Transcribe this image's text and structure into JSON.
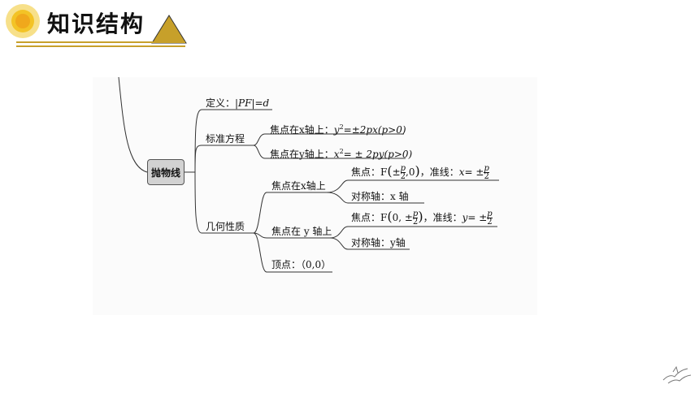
{
  "header": {
    "title": "知识结构",
    "badge_icon": "sun-badge-icon",
    "accent_color": "#c7a02a"
  },
  "mindmap": {
    "root": "抛物线",
    "definition": {
      "label": "定义：",
      "formula": "|PF|=d"
    },
    "standard_equation": {
      "label": "标准方程",
      "x_axis": {
        "label": "焦点在x轴上：",
        "formula_lhs": "y",
        "formula_exp": "2",
        "formula_rhs": "=±2px(p>0)"
      },
      "y_axis": {
        "label": "焦点在y轴上：",
        "formula_lhs": "x",
        "formula_exp": "2",
        "formula_rhs": "= ± 2py(p>0)"
      }
    },
    "geometric_properties": {
      "label": "几何性质",
      "x_axis": {
        "label": "焦点在x轴上",
        "focus": {
          "prefix": "焦点：F",
          "sign": "±",
          "frac_num": "p",
          "frac_den": "2",
          "suffix": ",0",
          "directrix_label": "，准线：",
          "directrix_lhs": "x= ±",
          "directrix_num": "p",
          "directrix_den": "2"
        },
        "axis": "对称轴：x 轴"
      },
      "y_axis": {
        "label": "焦点在 y 轴上",
        "focus": {
          "prefix": "焦点：F",
          "lead": "0, ±",
          "frac_num": "p",
          "frac_den": "2",
          "directrix_label": "，准线：",
          "directrix_lhs": "y= ±",
          "directrix_num": "p",
          "directrix_den": "2"
        },
        "axis": "对称轴：y轴"
      },
      "vertex": "顶点：（0,0）"
    }
  },
  "corner_logo_icon": "flying-cranes-icon"
}
